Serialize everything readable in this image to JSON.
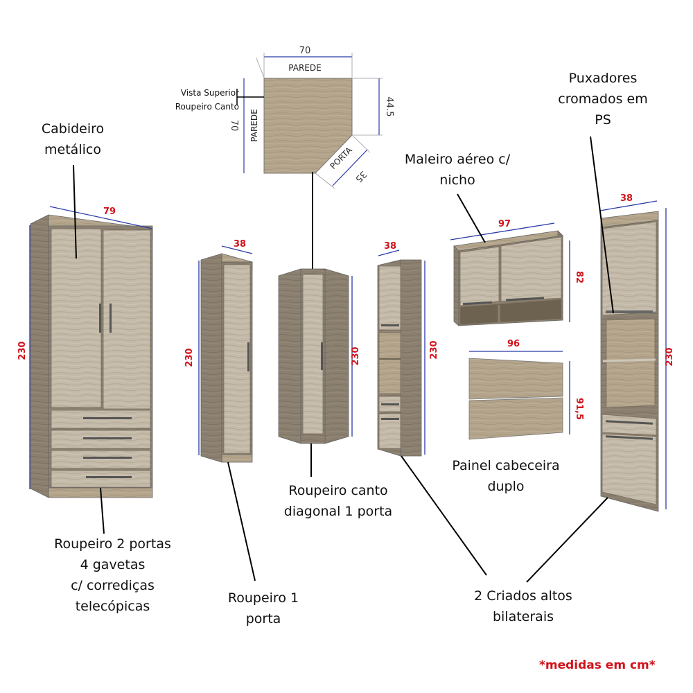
{
  "labels": {
    "cabideiro": [
      "Cabideiro",
      "metálico"
    ],
    "puxadores": [
      "Puxadores",
      "cromados em",
      "PS"
    ],
    "maleiro": [
      "Maleiro aéreo c/",
      "nicho"
    ],
    "painel": [
      "Painel cabeceira",
      "duplo"
    ],
    "roupeiro_canto": [
      "Roupeiro canto",
      "diagonal 1 porta"
    ],
    "roupeiro_2": [
      "Roupeiro 2 portas",
      "4 gavetas",
      "c/ corrediças",
      "telecópicas"
    ],
    "roupeiro_1": [
      "Roupeiro 1",
      "porta"
    ],
    "criados": [
      "2 Criados altos",
      "bilaterais"
    ]
  },
  "top_view": {
    "caption": [
      "Vista Superior",
      "Roupeiro Canto"
    ],
    "width_label": "70",
    "wall_top": "PAREDE",
    "wall_left": "PAREDE",
    "depth_label": "70",
    "right_label": "44.5",
    "door_label": "PORTA",
    "door_dim": "35"
  },
  "dimensions": {
    "roupeiro_2_width": "79",
    "roupeiro_2_height": "230",
    "roupeiro_1_width": "38",
    "roupeiro_1_height": "230",
    "canto_height": "230",
    "criado_left_width": "38",
    "criado_left_height": "230",
    "maleiro_width": "97",
    "maleiro_height": "82",
    "painel_width": "96",
    "painel_height": "91,5",
    "criado_right_width": "38",
    "criado_right_height": "230"
  },
  "footnote": "*medidas em cm*",
  "colors": {
    "wood_door": "#c2b8a8",
    "wood_body": "#8a7f6e",
    "wood_light": "#b5a68c",
    "dimension_line": "#2b3aa6",
    "dimension_text": "#d0131b"
  }
}
